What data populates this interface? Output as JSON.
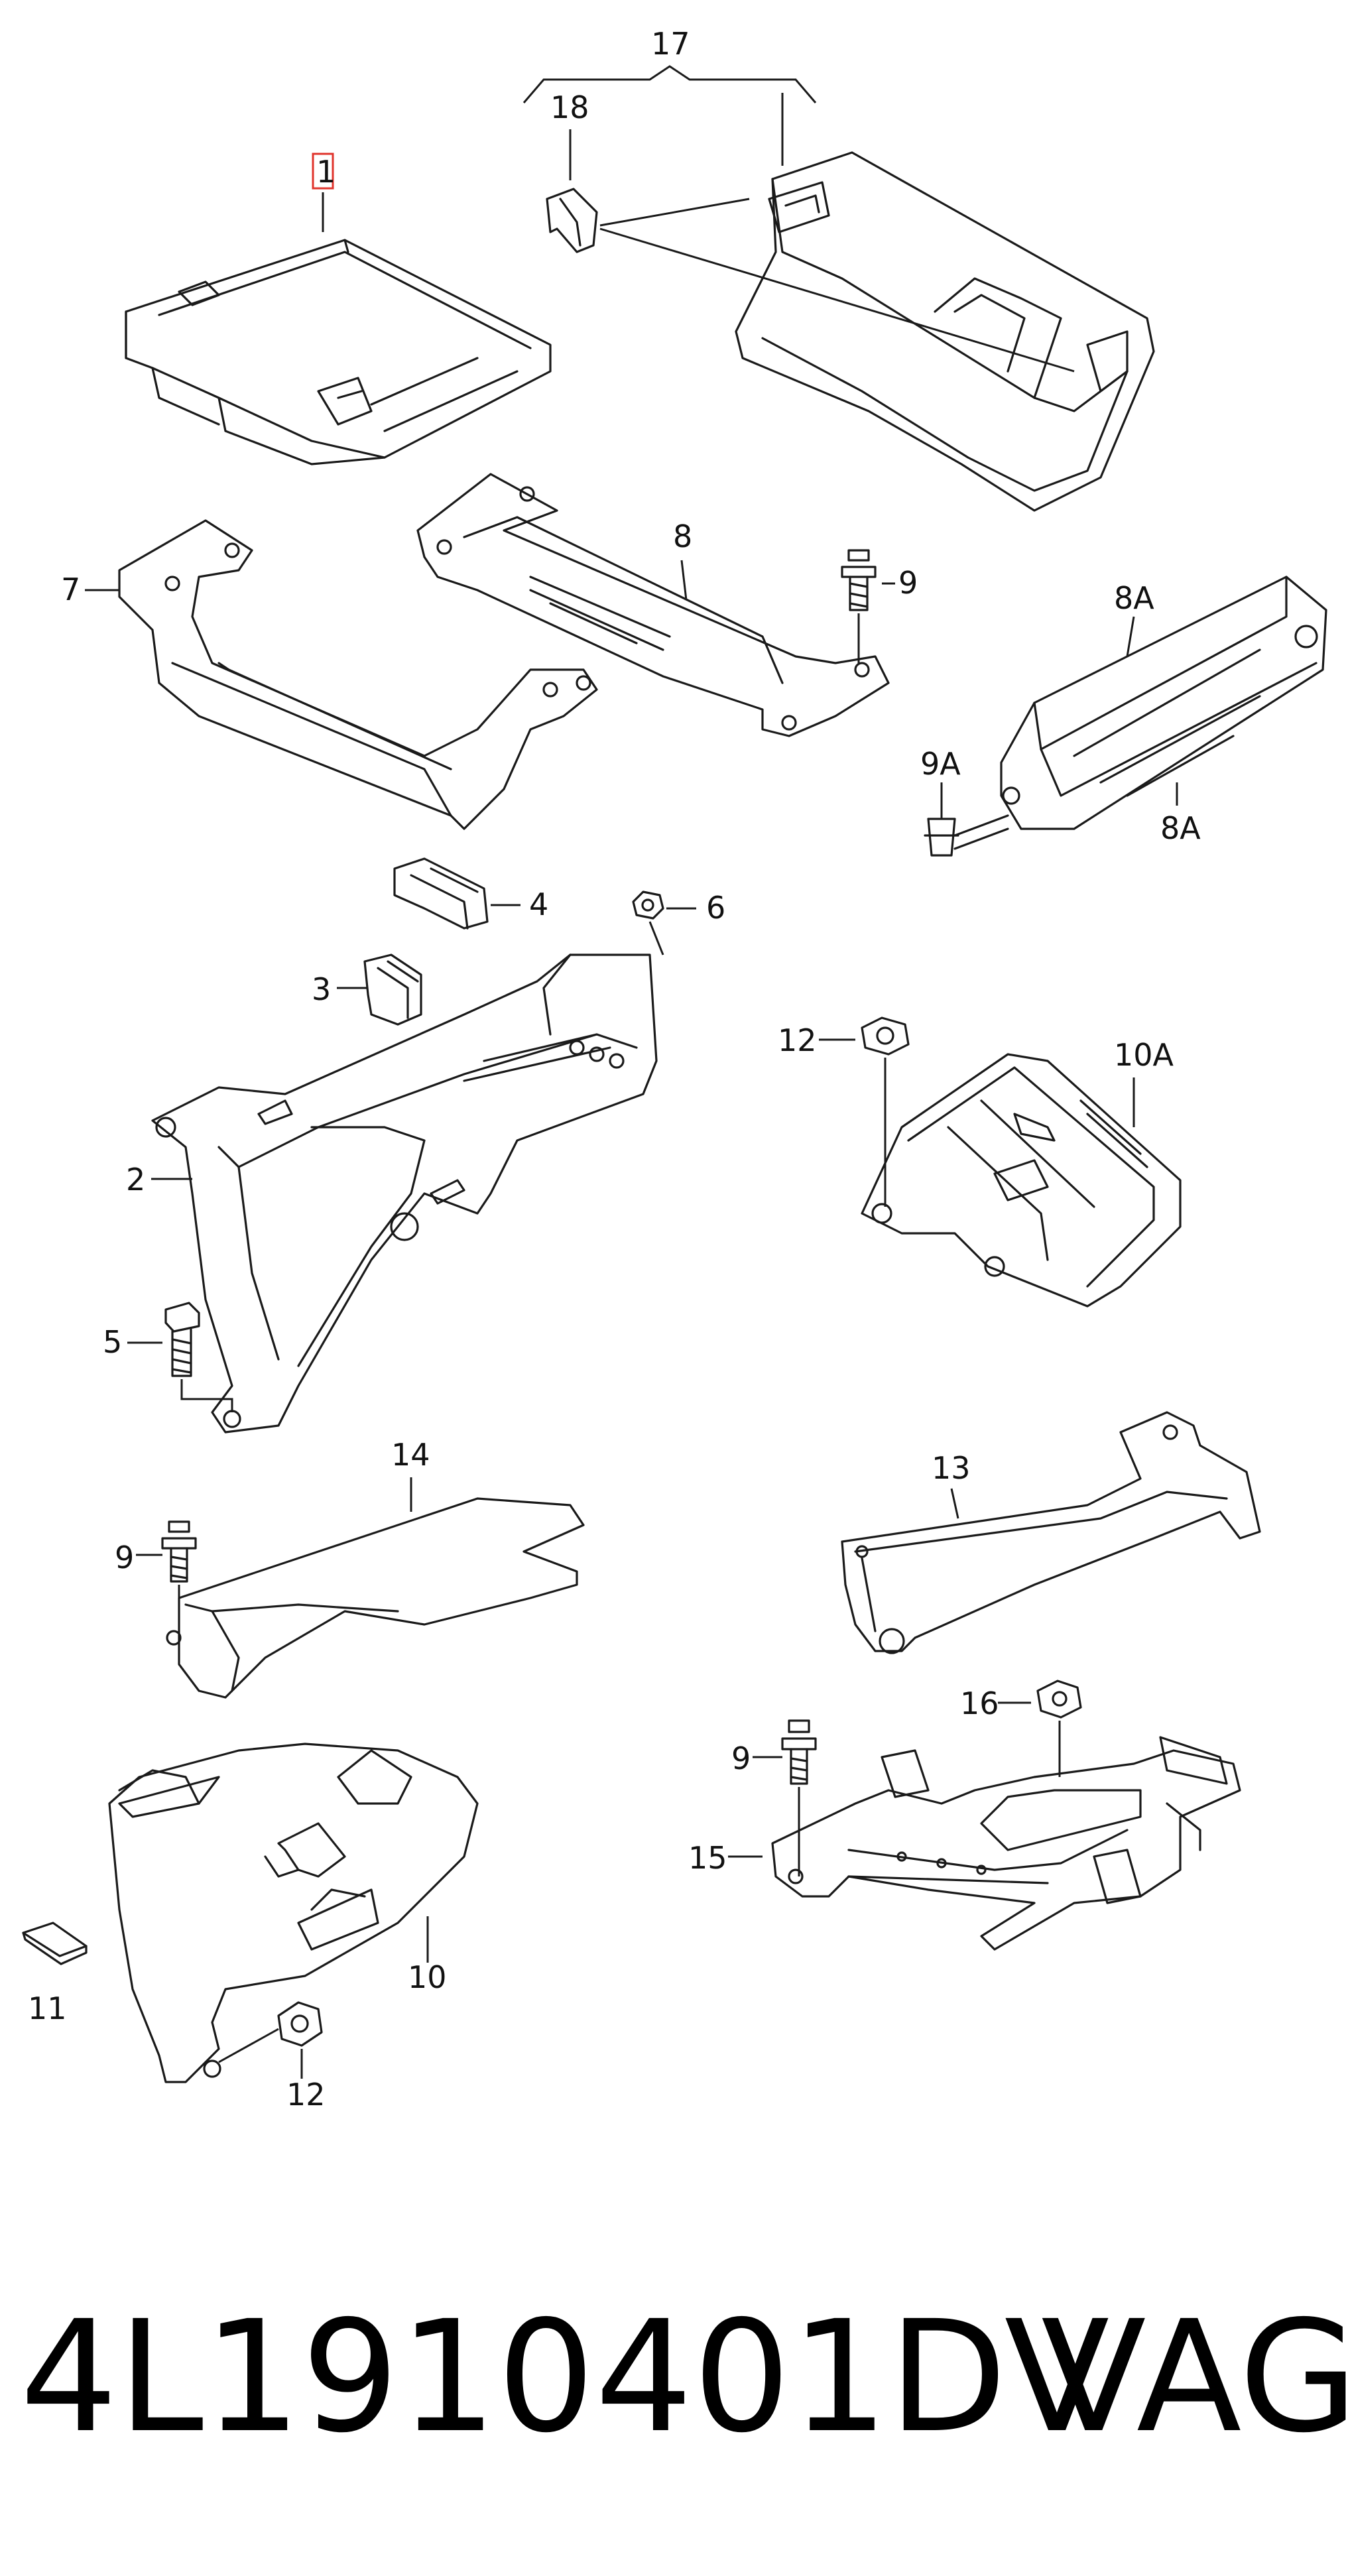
{
  "callouts": {
    "c1": "1",
    "c17": "17",
    "c18": "18",
    "c7": "7",
    "c8": "8",
    "c9a": "9",
    "c8a_top": "8A",
    "c9A": "9A",
    "c8a_bottom": "8A",
    "c4": "4",
    "c6": "6",
    "c3": "3",
    "c2": "2",
    "c5": "5",
    "c12a": "12",
    "c10A": "10A",
    "c14": "14",
    "c9b": "9",
    "c13": "13",
    "c16": "16",
    "c9c": "9",
    "c15": "15",
    "c11": "11",
    "c10": "10",
    "c12b": "12"
  },
  "caption": {
    "part_number": "4L1910401DV",
    "brand": "VAG"
  },
  "colors": {
    "highlight_box": "#e0342c",
    "line": "#1a1a1a"
  }
}
